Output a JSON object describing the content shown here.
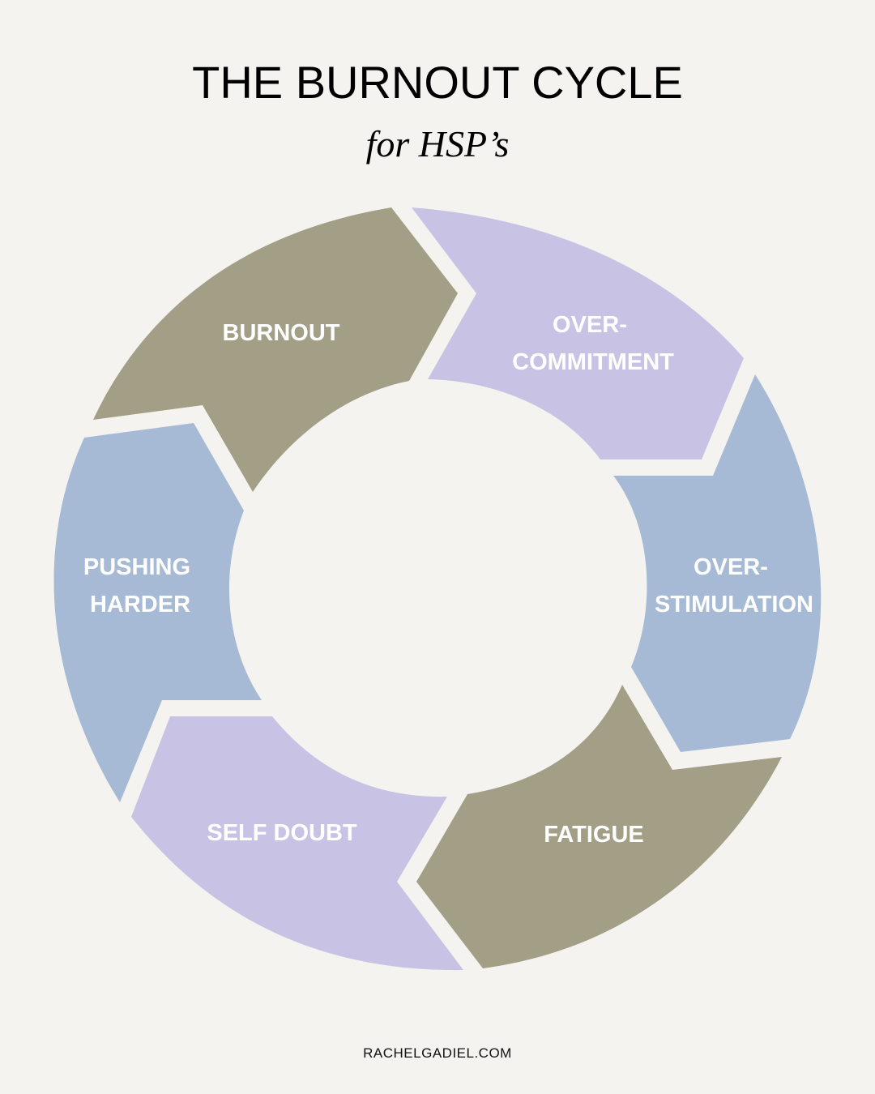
{
  "title": "THE BURNOUT CYCLE",
  "subtitle": "for HSP’s",
  "footer": "RACHELGADIEL.COM",
  "colors": {
    "background": "#f4f3ef",
    "olive": "#a29f86",
    "lavender": "#c8c3e4",
    "blue": "#a6bad5",
    "label": "#ffffff"
  },
  "segments": [
    {
      "id": "burnout",
      "lines": [
        "BURNOUT"
      ],
      "color": "olive"
    },
    {
      "id": "over-commitment",
      "lines": [
        "OVER-",
        "COMMITMENT"
      ],
      "color": "lavender"
    },
    {
      "id": "over-stimulation",
      "lines": [
        "OVER-",
        "STIMULATION"
      ],
      "color": "blue"
    },
    {
      "id": "fatigue",
      "lines": [
        "FATIGUE"
      ],
      "color": "olive"
    },
    {
      "id": "self-doubt",
      "lines": [
        "SELF DOUBT"
      ],
      "color": "lavender"
    },
    {
      "id": "pushing-harder",
      "lines": [
        "PUSHING",
        "HARDER"
      ],
      "color": "blue"
    }
  ]
}
